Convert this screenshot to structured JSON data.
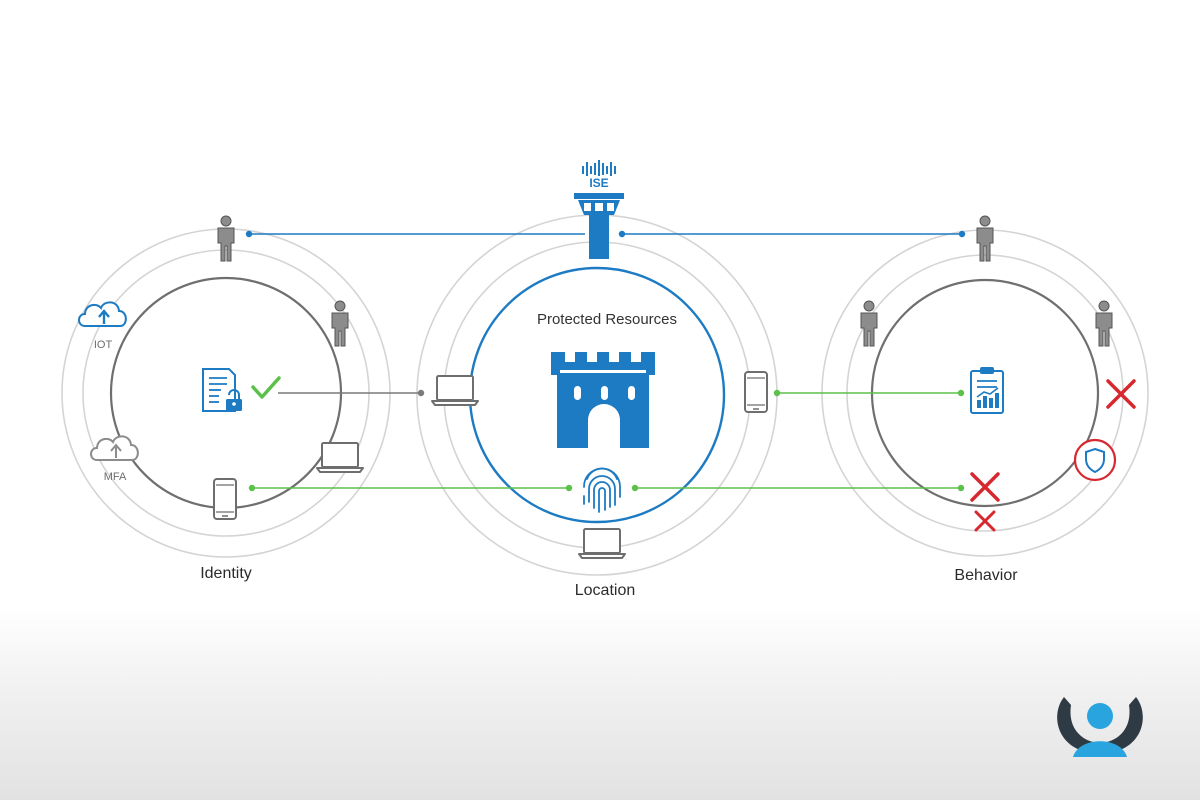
{
  "product": {
    "logo_text": "ISE"
  },
  "center": {
    "title": "Protected Resources"
  },
  "zones": {
    "identity": "Identity",
    "location": "Location",
    "behavior": "Behavior"
  },
  "identity_sources": {
    "iot": "IOT",
    "mfa": "MFA"
  },
  "colors": {
    "accent_blue": "#1d7bc4",
    "allow_green": "#5cc14a",
    "deny_red": "#d6282e",
    "ring_gray": "#d4d4d4",
    "inner_ring_gray": "#6f6f6f",
    "icon_gray": "#8c8c8c"
  },
  "icons": [
    "person-icon",
    "cloud-upload-icon",
    "document-lock-icon",
    "checkmark-icon",
    "laptop-icon",
    "smartphone-icon",
    "castle-icon",
    "fingerprint-icon",
    "control-tower-icon",
    "clipboard-chart-icon",
    "deny-x-icon",
    "shield-icon",
    "user-logo-icon"
  ]
}
